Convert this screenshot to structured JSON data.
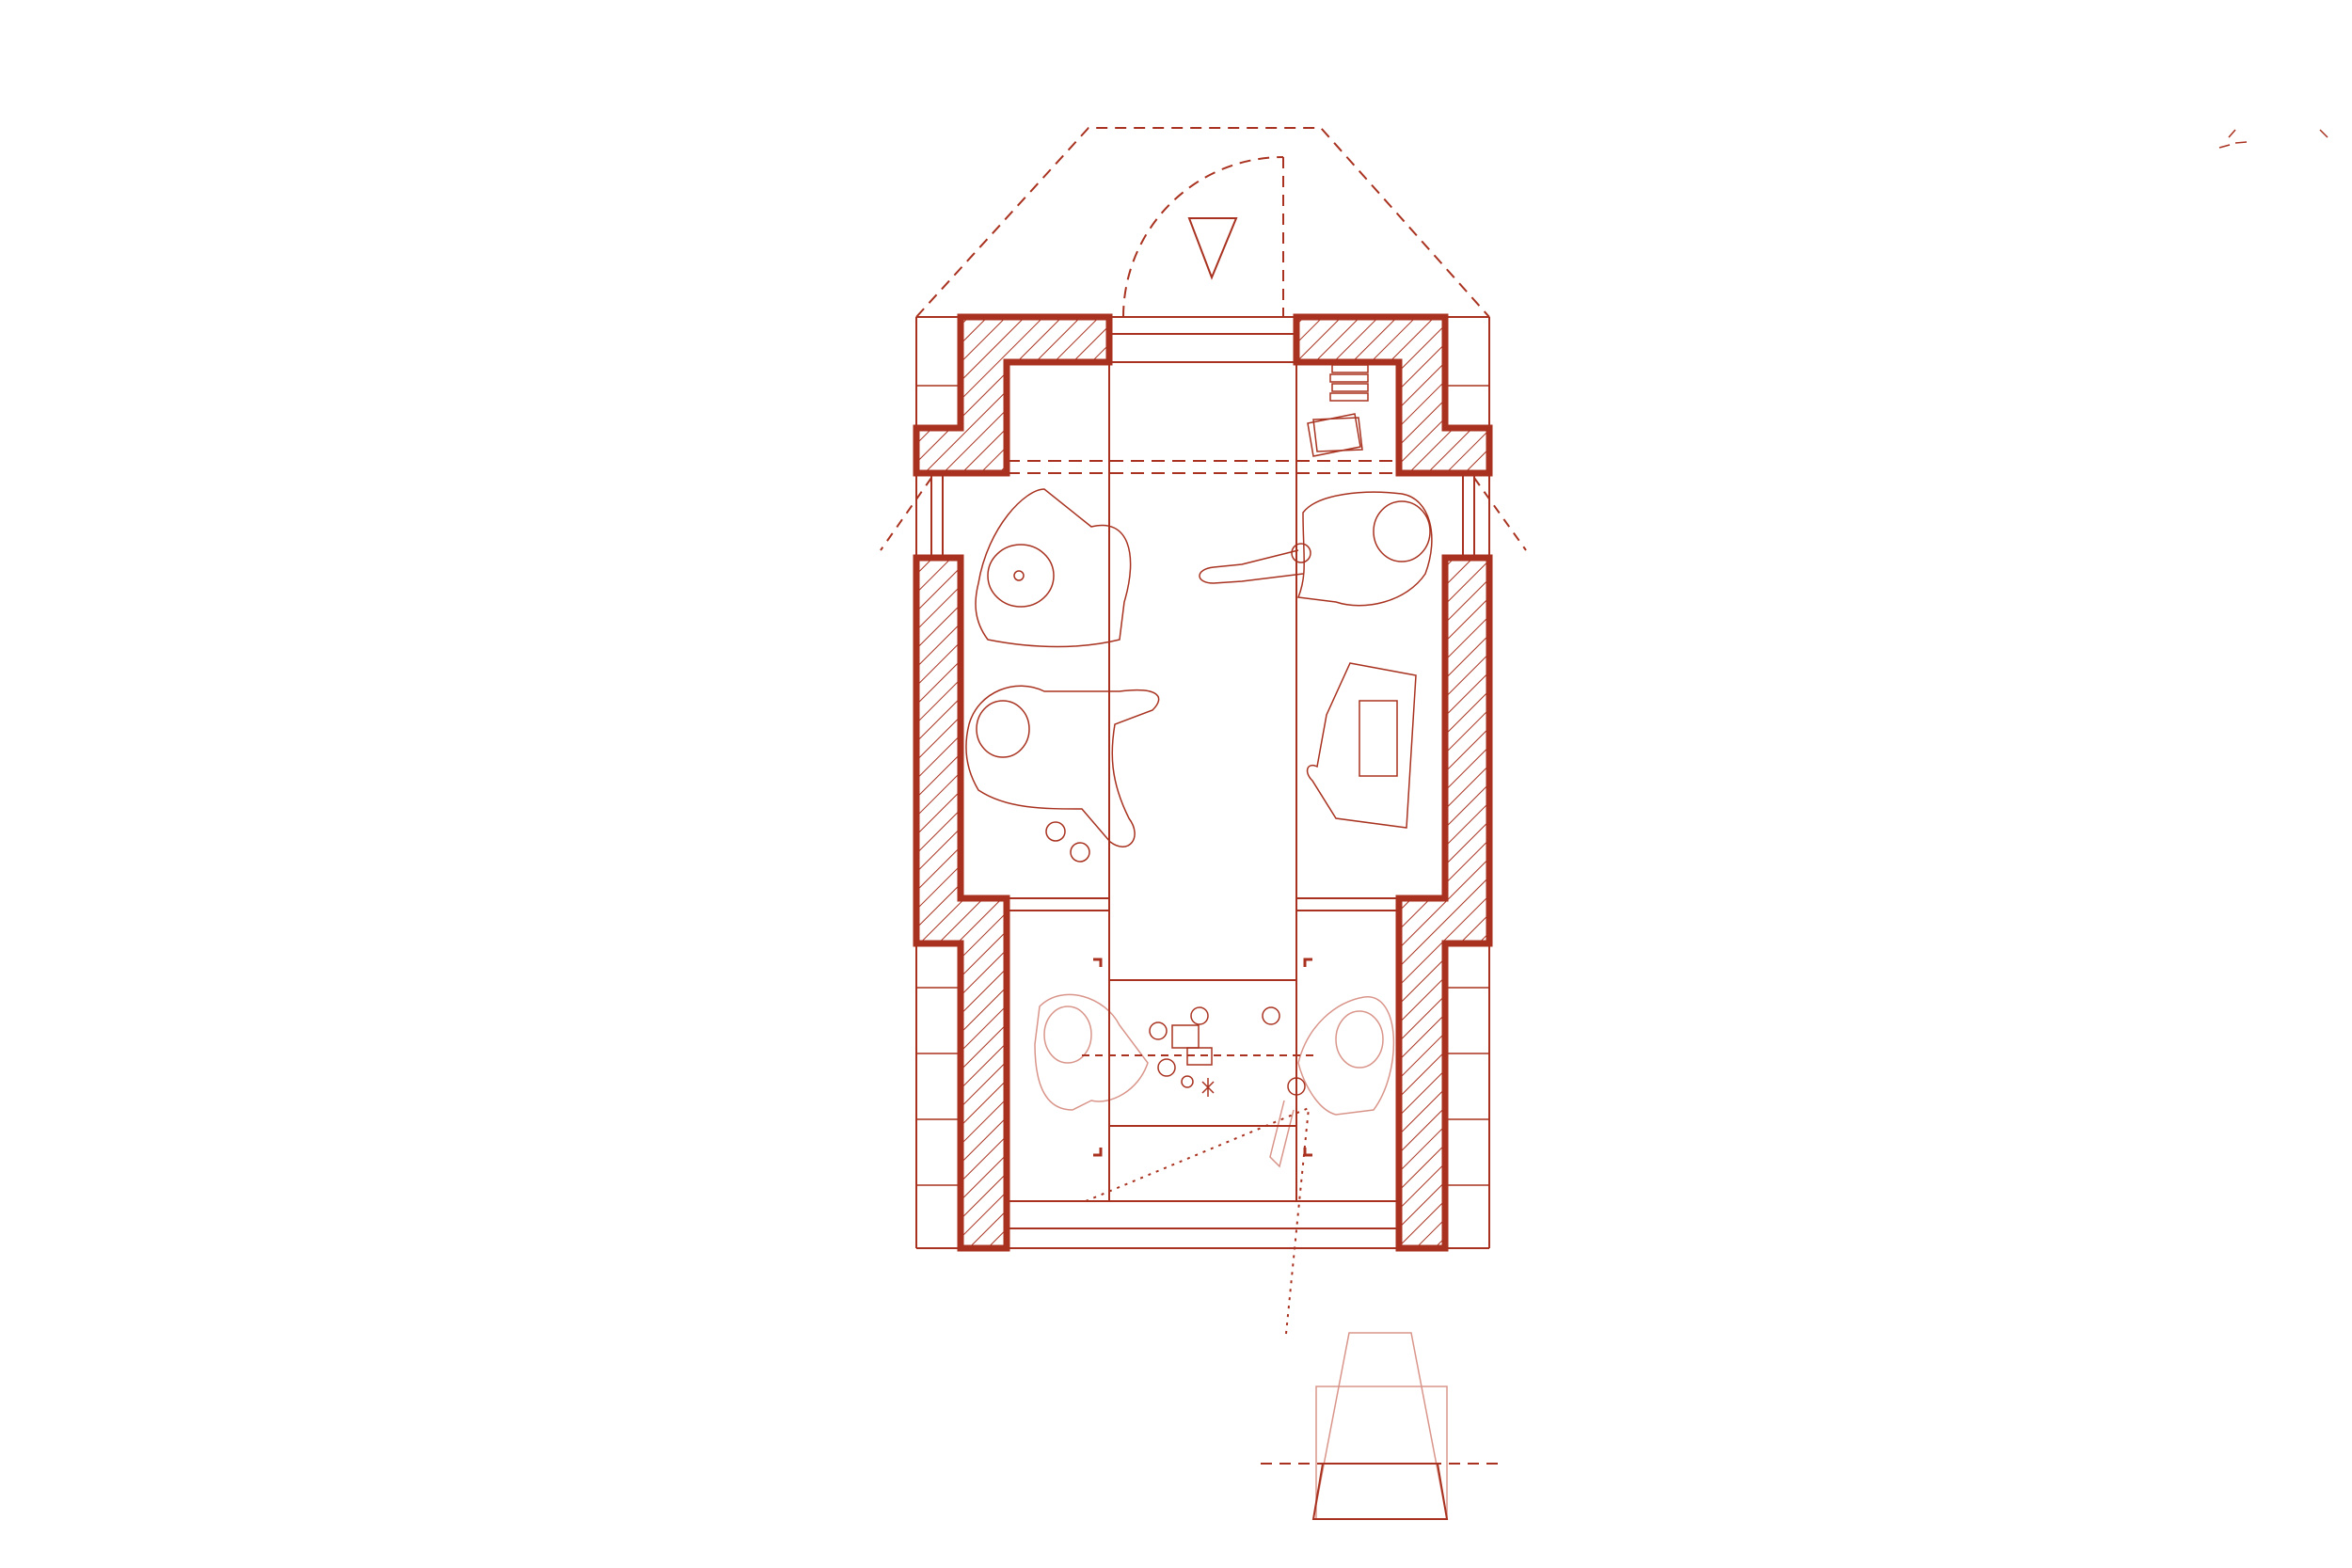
{
  "drawing": {
    "type": "architectural-floor-plan",
    "colors": {
      "line": "#a8321f",
      "wall": "#a8321f",
      "light": "#d9958a",
      "background": "#ffffff"
    },
    "elements": [
      "walls",
      "hatched-wall-sections",
      "door-swing",
      "entry-triangle",
      "corridor",
      "seated-figures",
      "armchair",
      "table",
      "books",
      "section-symbol",
      "dashed-roof-outline"
    ]
  }
}
